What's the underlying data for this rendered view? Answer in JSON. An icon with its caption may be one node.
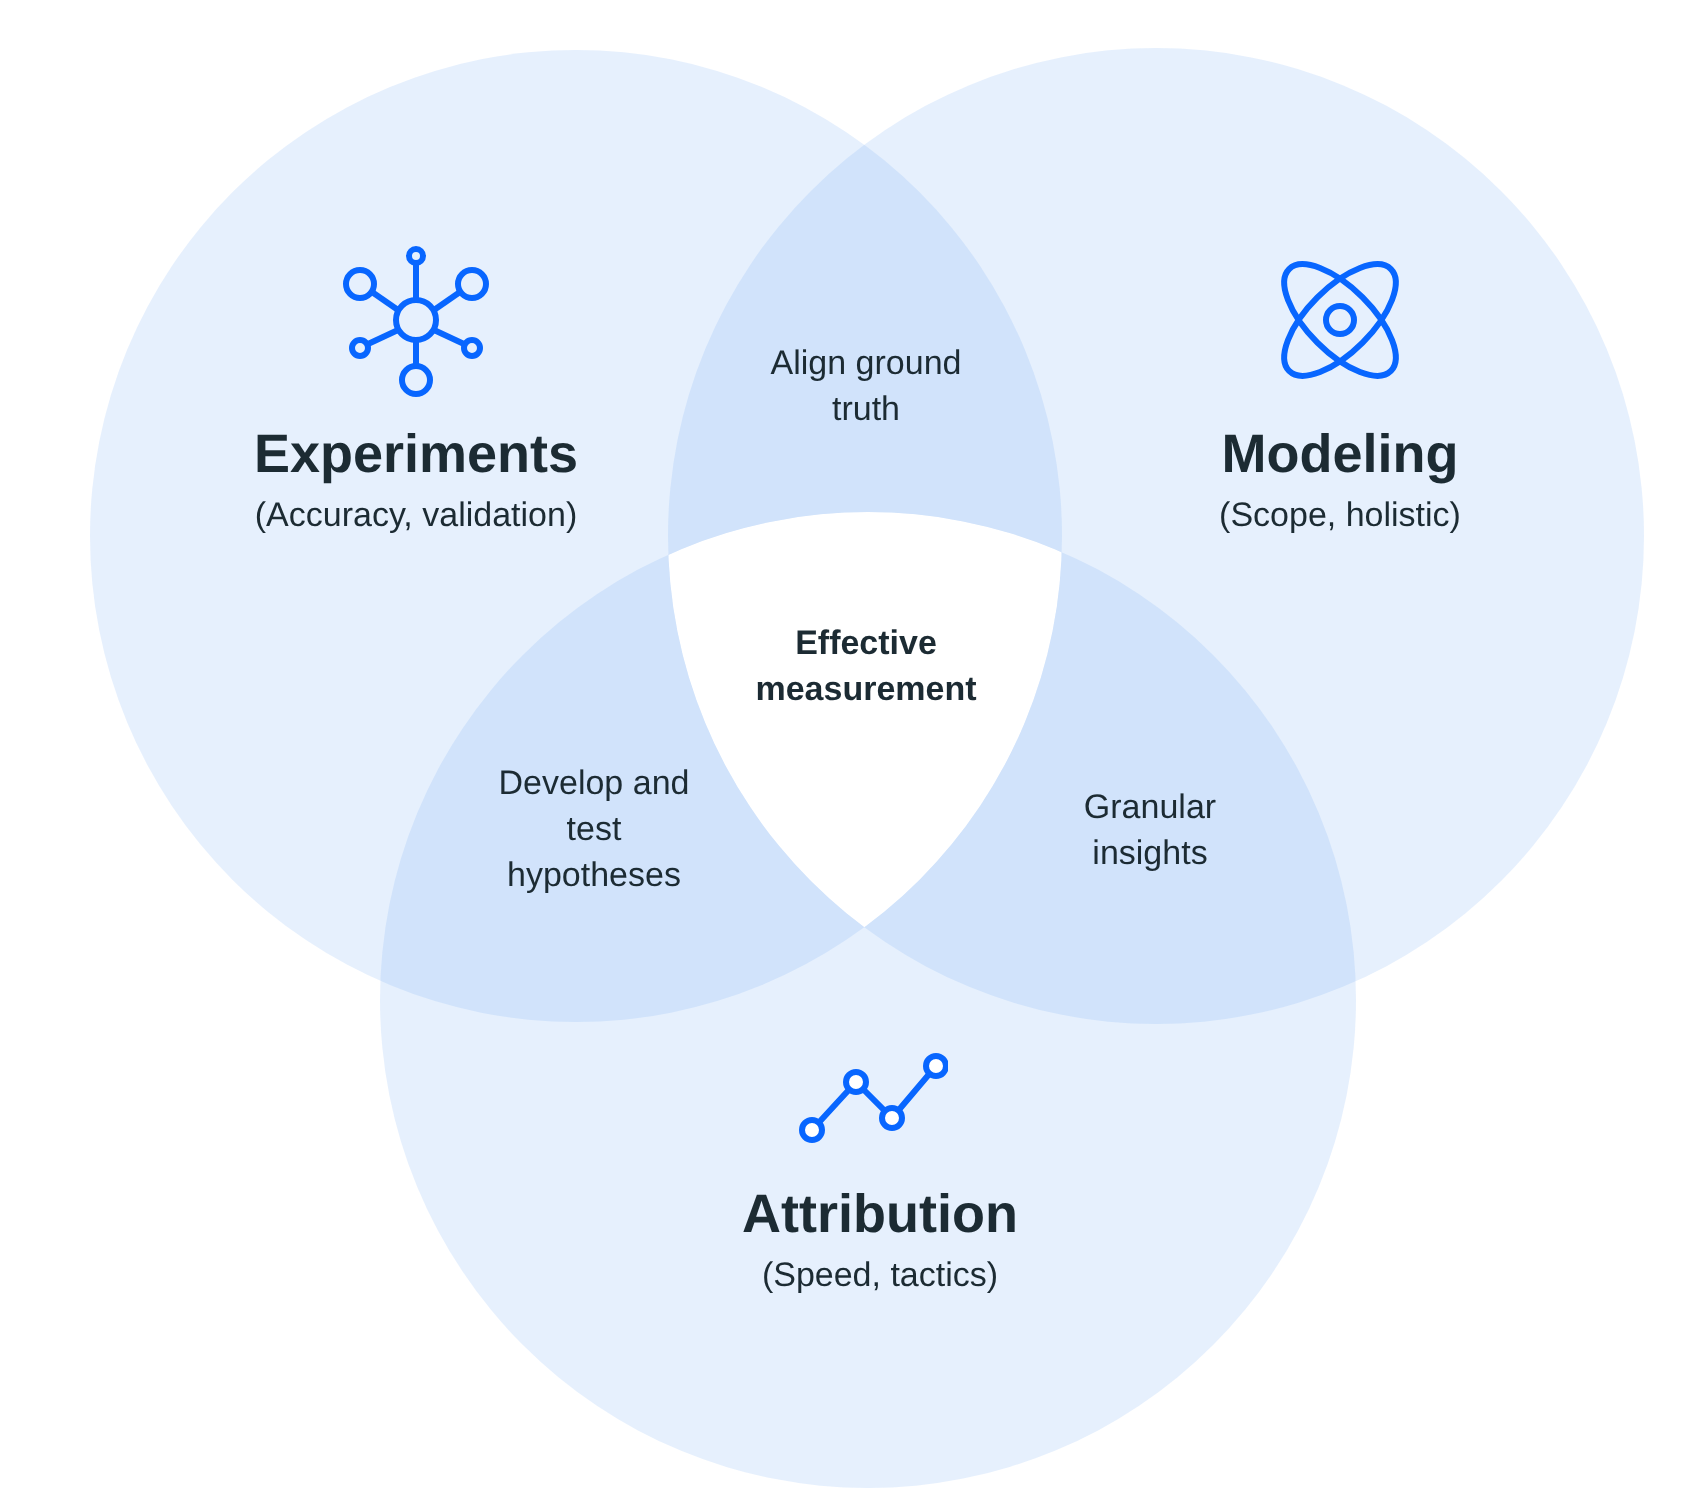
{
  "diagram": {
    "nodes": [
      {
        "text": [
          "Experiments",
          "(Accuracy, validation)"
        ]
      },
      {
        "text": [
          "Modeling",
          "(Scope, holistic)"
        ]
      },
      {
        "text": [
          "Attribution",
          "(Speed, tactics)"
        ]
      }
    ],
    "labels": [
      "Align ground truth",
      "Effective measurement",
      "Develop and test hypotheses",
      "Granular insights"
    ]
  }
}
